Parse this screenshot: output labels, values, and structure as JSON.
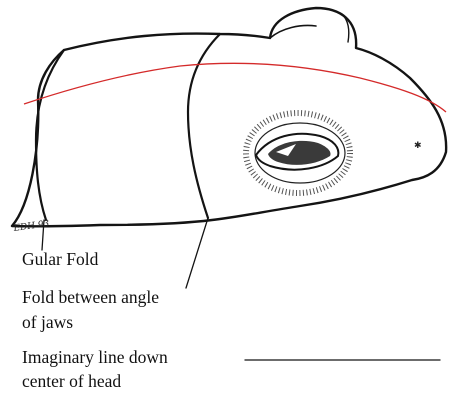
{
  "figure": {
    "signature": "EDH 93",
    "labels": {
      "gular_fold": "Gular Fold",
      "jaw_fold_line1": "Fold between angle",
      "jaw_fold_line2": "of jaws",
      "midline_line1": "Imaginary line down",
      "midline_line2": "center of head"
    },
    "colors": {
      "ink": "#141414",
      "midline": "#d42a2a",
      "eye_iris": "#3a3a3a",
      "background": "#ffffff"
    }
  }
}
